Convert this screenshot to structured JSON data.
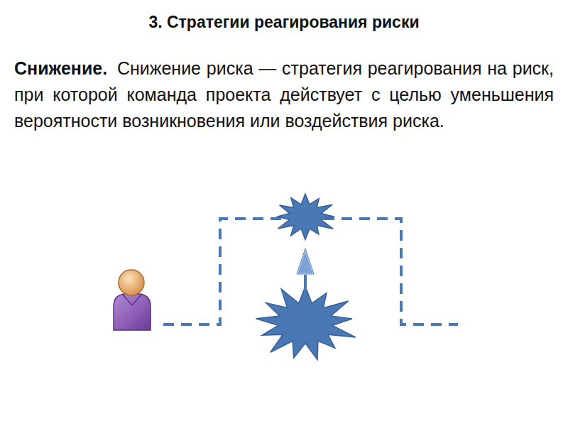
{
  "diagram": {
    "title": "3. Стратегии реагирования риски",
    "labels": [
      "Снижение.",
      "Снижение риска — стратегия реагирования на риск, при которой команда проекта действует с целью уменьшения вероятности возникновения или воздействия риска."
    ]
  }
}
